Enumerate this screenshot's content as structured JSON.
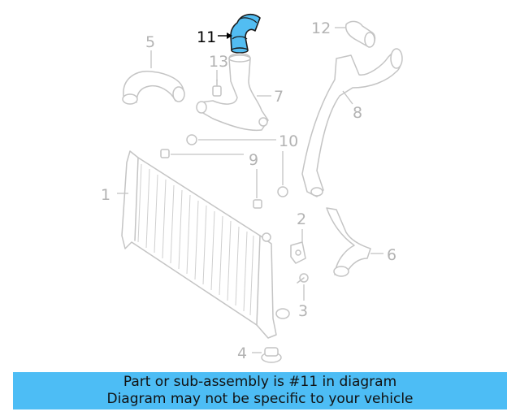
{
  "callouts": {
    "c1": "1",
    "c2": "2",
    "c3": "3",
    "c4": "4",
    "c5": "5",
    "c6": "6",
    "c7": "7",
    "c8": "8",
    "c9": "9",
    "c10": "10",
    "c11": "11",
    "c12": "12",
    "c13": "13"
  },
  "highlighted_part": "11",
  "colors": {
    "highlight_fill": "#52bdf2",
    "banner_background": "#4dbdf5",
    "line_art": "#c4c4c4"
  },
  "banner": {
    "line1": "Part or sub-assembly is #11 in diagram",
    "line2": "Diagram may not be specific to your vehicle"
  }
}
